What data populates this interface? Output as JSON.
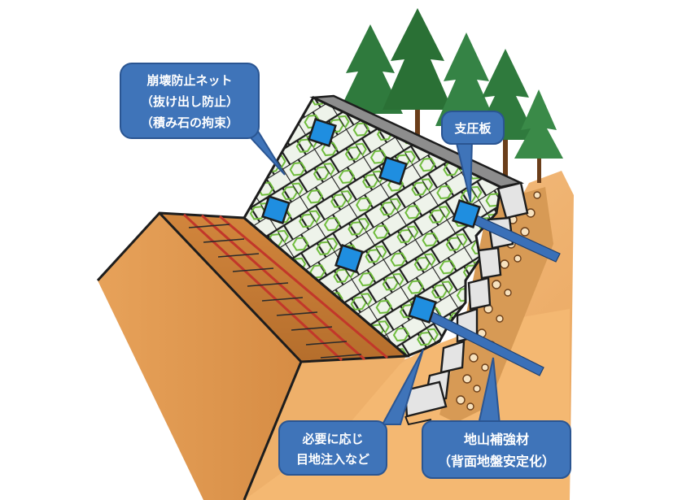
{
  "callouts": {
    "net": {
      "lines": [
        "崩壊防止ネット",
        "（抜け出し防止）",
        "（積み石の拘束）"
      ]
    },
    "plate": {
      "lines": [
        "支圧板"
      ]
    },
    "grout": {
      "lines": [
        "必要に応じ",
        "目地注入など"
      ]
    },
    "reinforce": {
      "lines": [
        "地山補強材",
        "（背面地盤安定化）"
      ]
    }
  },
  "colors": {
    "callout_fill": "#3f74b9",
    "callout_border": "#2a5592",
    "soil": "#f2b36e",
    "soil_dark": "#c9803a",
    "net_green": "#6dbb3a",
    "plate_blue": "#1f8ee0",
    "tree_green": "#2f7a3d"
  }
}
